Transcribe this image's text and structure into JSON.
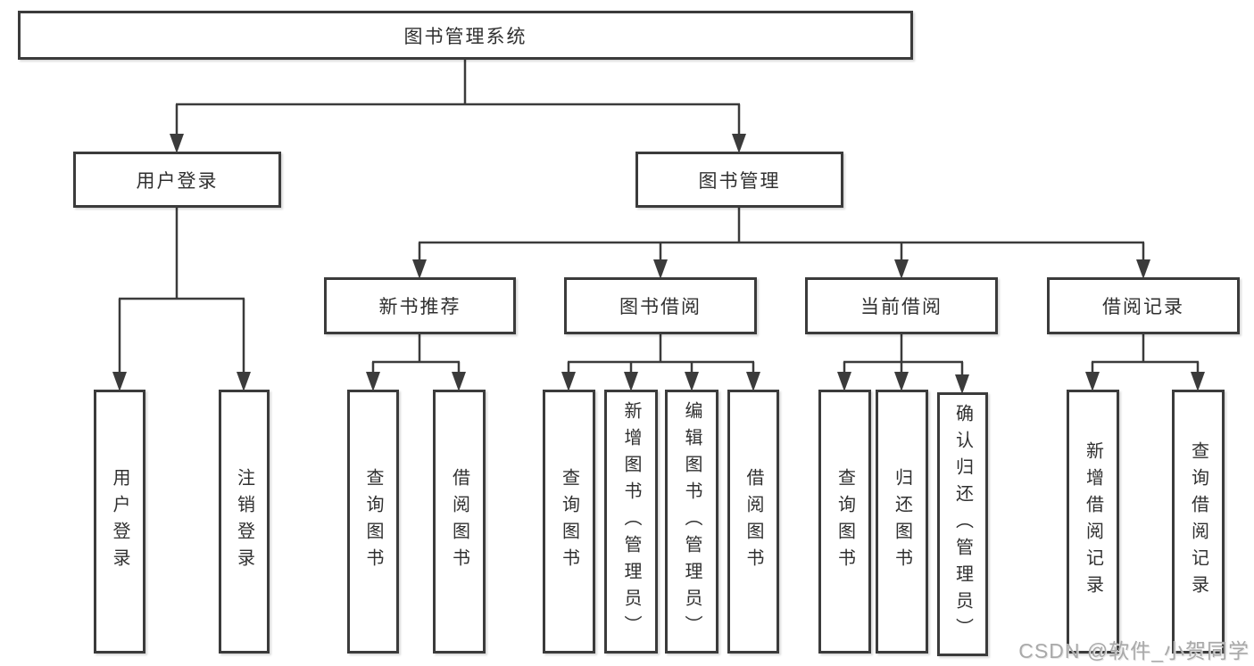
{
  "diagram": {
    "type": "hierarchy-tree",
    "root": {
      "label": "图书管理系统",
      "children": [
        {
          "label": "用户登录",
          "children": [
            {
              "label": "用户登录"
            },
            {
              "label": "注销登录"
            }
          ]
        },
        {
          "label": "图书管理",
          "children": [
            {
              "label": "新书推荐",
              "children": [
                {
                  "label": "查询图书"
                },
                {
                  "label": "借阅图书"
                }
              ]
            },
            {
              "label": "图书借阅",
              "children": [
                {
                  "label": "查询图书"
                },
                {
                  "label": "新增图书（管理员）"
                },
                {
                  "label": "编辑图书（管理员）"
                },
                {
                  "label": "借阅图书"
                }
              ]
            },
            {
              "label": "当前借阅",
              "children": [
                {
                  "label": "查询图书"
                },
                {
                  "label": "归还图书"
                },
                {
                  "label": "确认归还（管理员）"
                }
              ]
            },
            {
              "label": "借阅记录",
              "children": [
                {
                  "label": "新增借阅记录"
                },
                {
                  "label": "查询借阅记录"
                }
              ]
            }
          ]
        }
      ]
    },
    "colors": {
      "box_border": "#3b3b3b",
      "box_background": "#ffffff",
      "text": "#303030",
      "connector": "#3b3b3b",
      "watermark": "#a9a9a9",
      "page_background": "#ffffff"
    }
  },
  "watermark": {
    "text": "CSDN @软件_小贺同学"
  }
}
